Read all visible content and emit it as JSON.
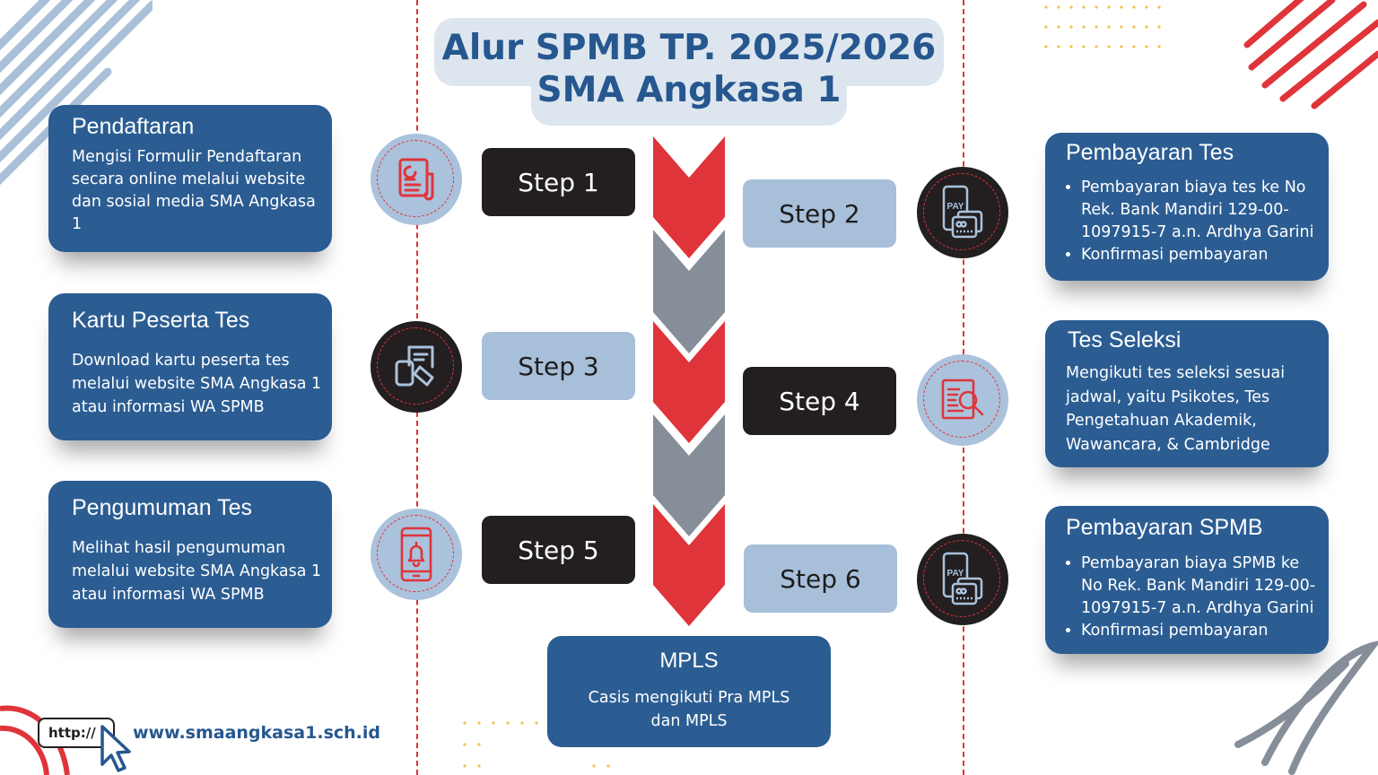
{
  "title": {
    "line1": "Alur SPMB TP. 2025/2026",
    "line2": "SMA Angkasa 1"
  },
  "steps": [
    {
      "label": "Step 1",
      "icon": "document-icon",
      "card_title": "Pendaftaran",
      "card_text": "Mengisi Formulir Pendaftaran secara online melalui website dan sosial media SMA Angkasa 1"
    },
    {
      "label": "Step 2",
      "icon": "pay-icon",
      "card_title": "Pembayaran Tes",
      "card_items": [
        "Pembayaran biaya tes ke No Rek. Bank Mandiri 129-00-1097915-7 a.n. Ardhya Garini",
        "Konfirmasi pembayaran"
      ]
    },
    {
      "label": "Step 3",
      "icon": "card-download-icon",
      "card_title": "Kartu Peserta Tes",
      "card_text": "Download kartu peserta tes melalui website SMA Angkasa 1 atau informasi WA SPMB"
    },
    {
      "label": "Step 4",
      "icon": "document-search-icon",
      "card_title": "Tes Seleksi",
      "card_text": "Mengikuti tes seleksi sesuai jadwal, yaitu Psikotes, Tes Pengetahuan Akademik, Wawancara, & Cambridge"
    },
    {
      "label": "Step 5",
      "icon": "phone-bell-icon",
      "card_title": "Pengumuman Tes",
      "card_text": "Melihat hasil pengumuman melalui website SMA Angkasa 1 atau informasi WA SPMB"
    },
    {
      "label": "Step 6",
      "icon": "pay-icon",
      "card_title": "Pembayaran SPMB",
      "card_items": [
        "Pembayaran biaya SPMB ke No Rek. Bank Mandiri 129-00-1097915-7 a.n. Ardhya Garini",
        "Konfirmasi pembayaran"
      ]
    }
  ],
  "final": {
    "title": "MPLS",
    "text": "Casis mengikuti Pra MPLS dan MPLS"
  },
  "footer": {
    "http": "http://",
    "url": "www.smaangkasa1.sch.id"
  },
  "pay_icon_text": "PAY",
  "colors": {
    "navy": "#2b5d93",
    "red": "#e0343b",
    "gray": "#868e99",
    "dark": "#231f20",
    "light_blue": "#a7bfd9"
  }
}
